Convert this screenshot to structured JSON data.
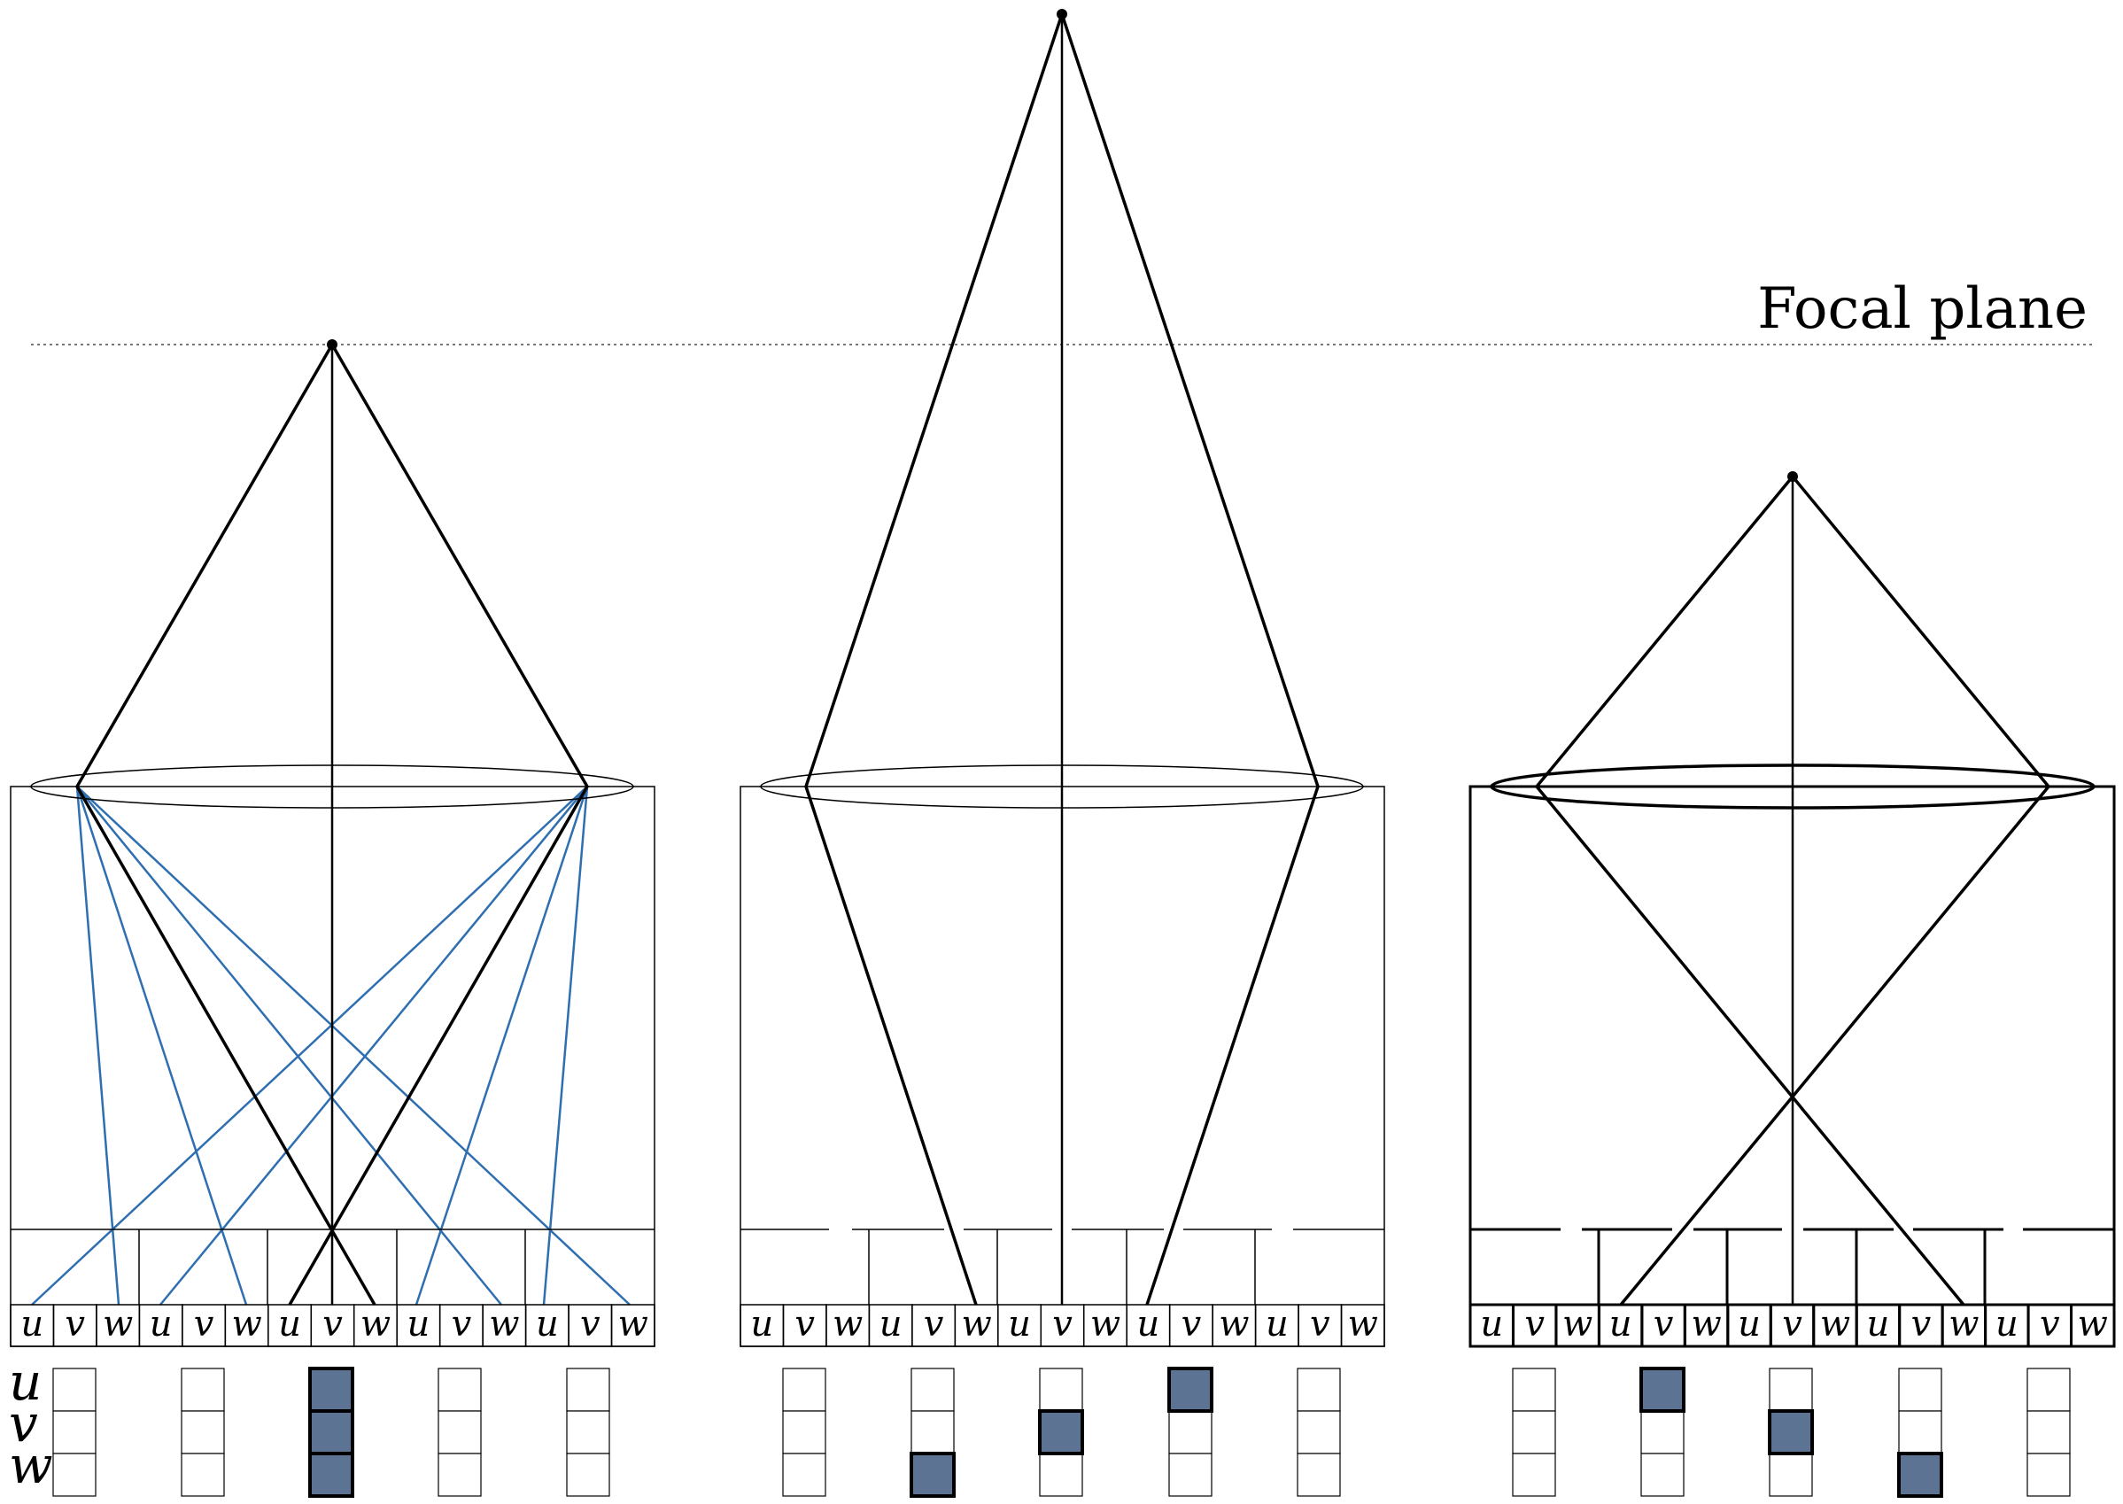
{
  "focal_plane": {
    "label": "Focal plane"
  },
  "sensor_cell_labels": [
    "u",
    "v",
    "w"
  ],
  "output_row_labels": [
    "u",
    "v",
    "w"
  ],
  "colors": {
    "ray": "#000000",
    "blue_ray": "#2f6fb0",
    "filled_cell": "#5d7394",
    "outline": "#000000"
  },
  "panels": [
    {
      "name": "panel-left",
      "scene_point": "on-focal-plane",
      "active_output": [
        [
          2,
          0
        ],
        [
          2,
          1
        ],
        [
          2,
          2
        ]
      ]
    },
    {
      "name": "panel-middle",
      "scene_point": "beyond-focal-plane",
      "active_output": [
        [
          1,
          2
        ],
        [
          2,
          1
        ],
        [
          3,
          0
        ]
      ]
    },
    {
      "name": "panel-right",
      "scene_point": "before-focal-plane",
      "active_output": [
        [
          1,
          0
        ],
        [
          2,
          1
        ],
        [
          3,
          2
        ]
      ]
    }
  ]
}
